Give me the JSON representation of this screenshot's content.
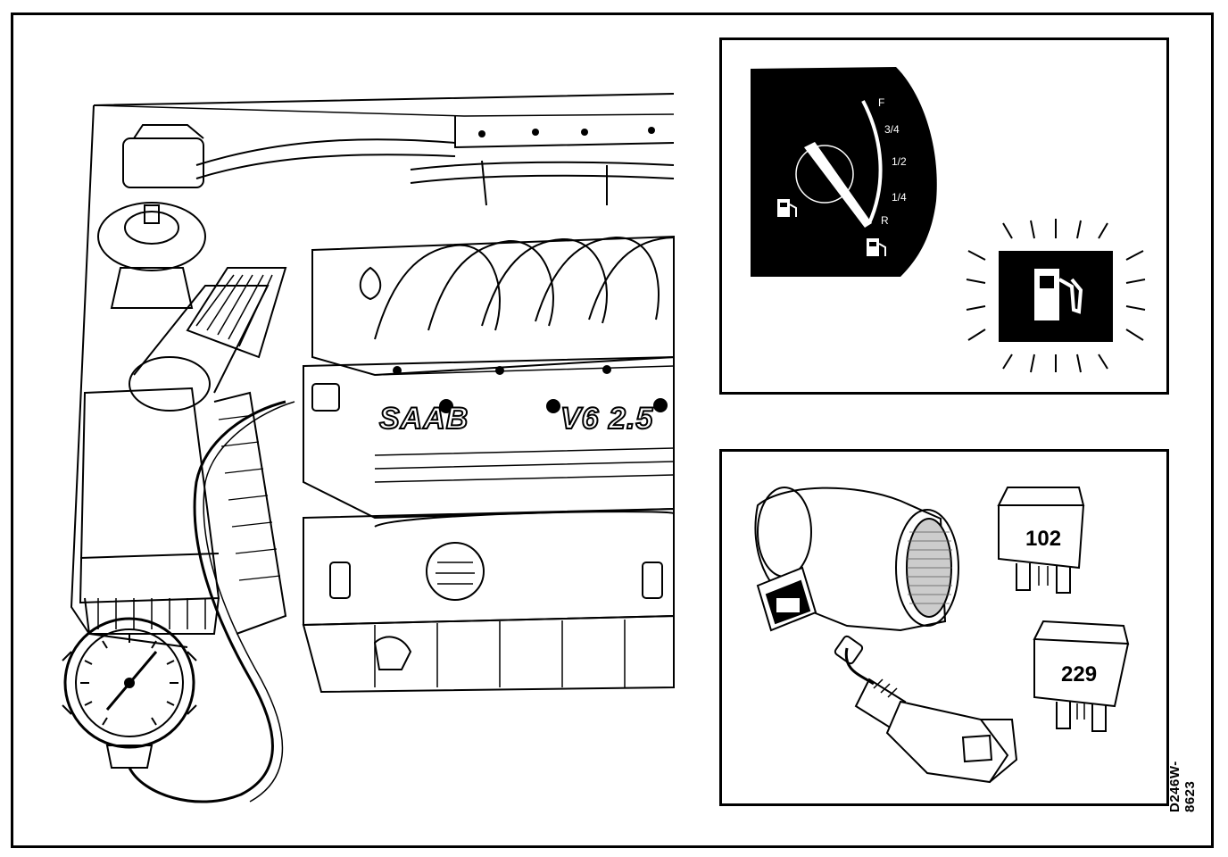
{
  "engine": {
    "badge_brand": "SAAB",
    "badge_model": "V6 2.5"
  },
  "fuel_gauge": {
    "scale_full": "F",
    "scale_three_quarter": "3/4",
    "scale_half": "1/2",
    "scale_quarter": "1/4",
    "scale_reserve": "R"
  },
  "components": {
    "relay_1_label": "102",
    "relay_2_label": "229"
  },
  "figure_ref": "D246W-8623",
  "colors": {
    "ink": "#000000",
    "paper": "#ffffff"
  },
  "icons": [
    "pressure-gauge-icon",
    "fuel-pump-icon",
    "fuel-warning-lamp-icon",
    "air-mass-meter-icon",
    "temperature-sensor-icon",
    "relay-icon"
  ]
}
